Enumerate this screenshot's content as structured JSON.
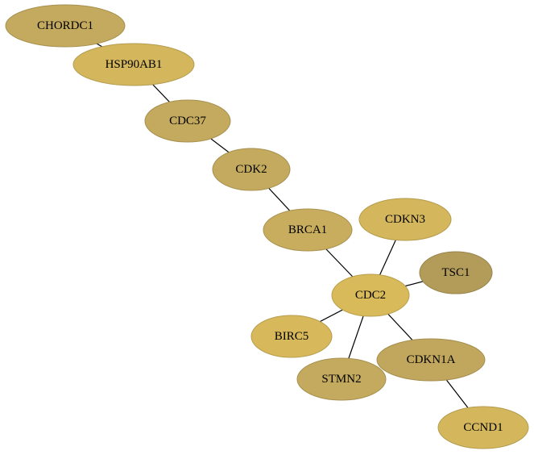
{
  "nodes": [
    {
      "id": "CHORDC1",
      "label": "CHORDC1",
      "color": "#c4aa5e"
    },
    {
      "id": "HSP90AB1",
      "label": "HSP90AB1",
      "color": "#d4b75c"
    },
    {
      "id": "CDC37",
      "label": "CDC37",
      "color": "#c4aa5e"
    },
    {
      "id": "CDK2",
      "label": "CDK2",
      "color": "#c4aa5e"
    },
    {
      "id": "BRCA1",
      "label": "BRCA1",
      "color": "#c8ad5e"
    },
    {
      "id": "CDKN3",
      "label": "CDKN3",
      "color": "#d4b75c"
    },
    {
      "id": "TSC1",
      "label": "TSC1",
      "color": "#b39b59"
    },
    {
      "id": "CDC2",
      "label": "CDC2",
      "color": "#d9ba5a"
    },
    {
      "id": "BIRC5",
      "label": "BIRC5",
      "color": "#d7b85b"
    },
    {
      "id": "CDKN1A",
      "label": "CDKN1A",
      "color": "#c1a75d"
    },
    {
      "id": "STMN2",
      "label": "STMN2",
      "color": "#c4aa5e"
    },
    {
      "id": "CCND1",
      "label": "CCND1",
      "color": "#d4b75c"
    }
  ],
  "edges": [
    [
      "CHORDC1",
      "HSP90AB1"
    ],
    [
      "HSP90AB1",
      "CDC37"
    ],
    [
      "CDC37",
      "CDK2"
    ],
    [
      "CDK2",
      "BRCA1"
    ],
    [
      "BRCA1",
      "CDC2"
    ],
    [
      "CDKN3",
      "CDC2"
    ],
    [
      "TSC1",
      "CDC2"
    ],
    [
      "CDC2",
      "BIRC5"
    ],
    [
      "CDC2",
      "STMN2"
    ],
    [
      "CDC2",
      "CDKN1A"
    ],
    [
      "CDKN1A",
      "CCND1"
    ]
  ]
}
